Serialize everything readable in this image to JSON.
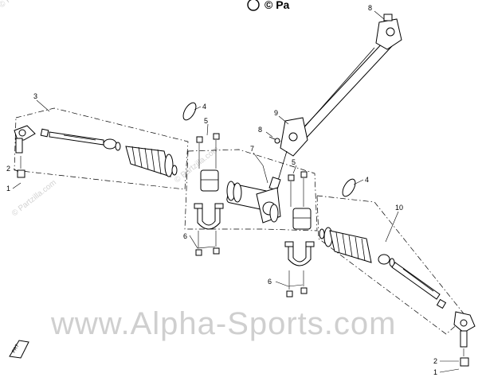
{
  "watermarks": {
    "main": "www.Alpha-Sports.com",
    "top_copyright": "© Pa",
    "small": [
      "© Partzilla.com",
      "© Partzilla.com",
      "© Partzilla.com"
    ]
  },
  "callouts": [
    "1",
    "2",
    "3",
    "4",
    "5",
    "6",
    "7",
    "8",
    "9",
    "10",
    "4",
    "5",
    "6",
    "8",
    "2",
    "1"
  ],
  "orientation_mark": "FRT",
  "colors": {
    "line": "#000000",
    "watermark": "#cfcfcf",
    "background": "#ffffff"
  }
}
